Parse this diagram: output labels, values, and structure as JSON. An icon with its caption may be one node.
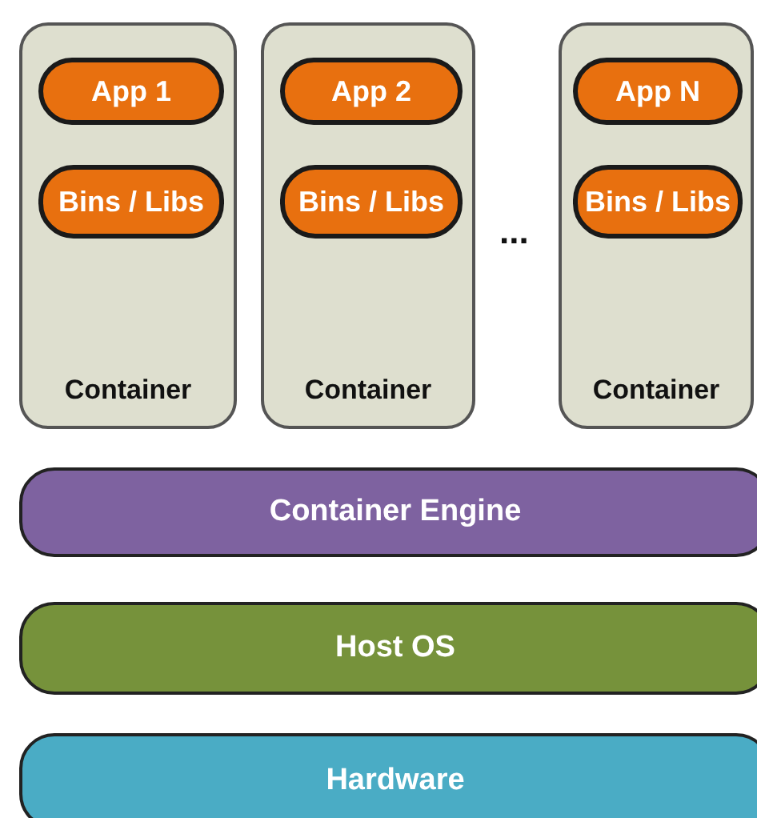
{
  "diagram": {
    "nodes": [
      {
        "text": [
          "Container"
        ]
      },
      {
        "text": [
          "App 1"
        ],
        "in": 0
      },
      {
        "text": [
          "Bins / Libs"
        ],
        "in": 0
      },
      {
        "text": [
          "Container"
        ]
      },
      {
        "text": [
          "App 2"
        ],
        "in": 3
      },
      {
        "text": [
          "Bins / Libs"
        ],
        "in": 3
      },
      {
        "text": [
          "Container"
        ]
      },
      {
        "text": [
          "App N"
        ],
        "in": 6
      },
      {
        "text": [
          "Bins / Libs"
        ],
        "in": 6
      },
      {
        "text": [
          "Container Engine"
        ]
      },
      {
        "text": [
          "Host OS"
        ]
      },
      {
        "text": [
          "Hardware"
        ]
      }
    ],
    "edges": [],
    "labels": [
      "..."
    ]
  }
}
